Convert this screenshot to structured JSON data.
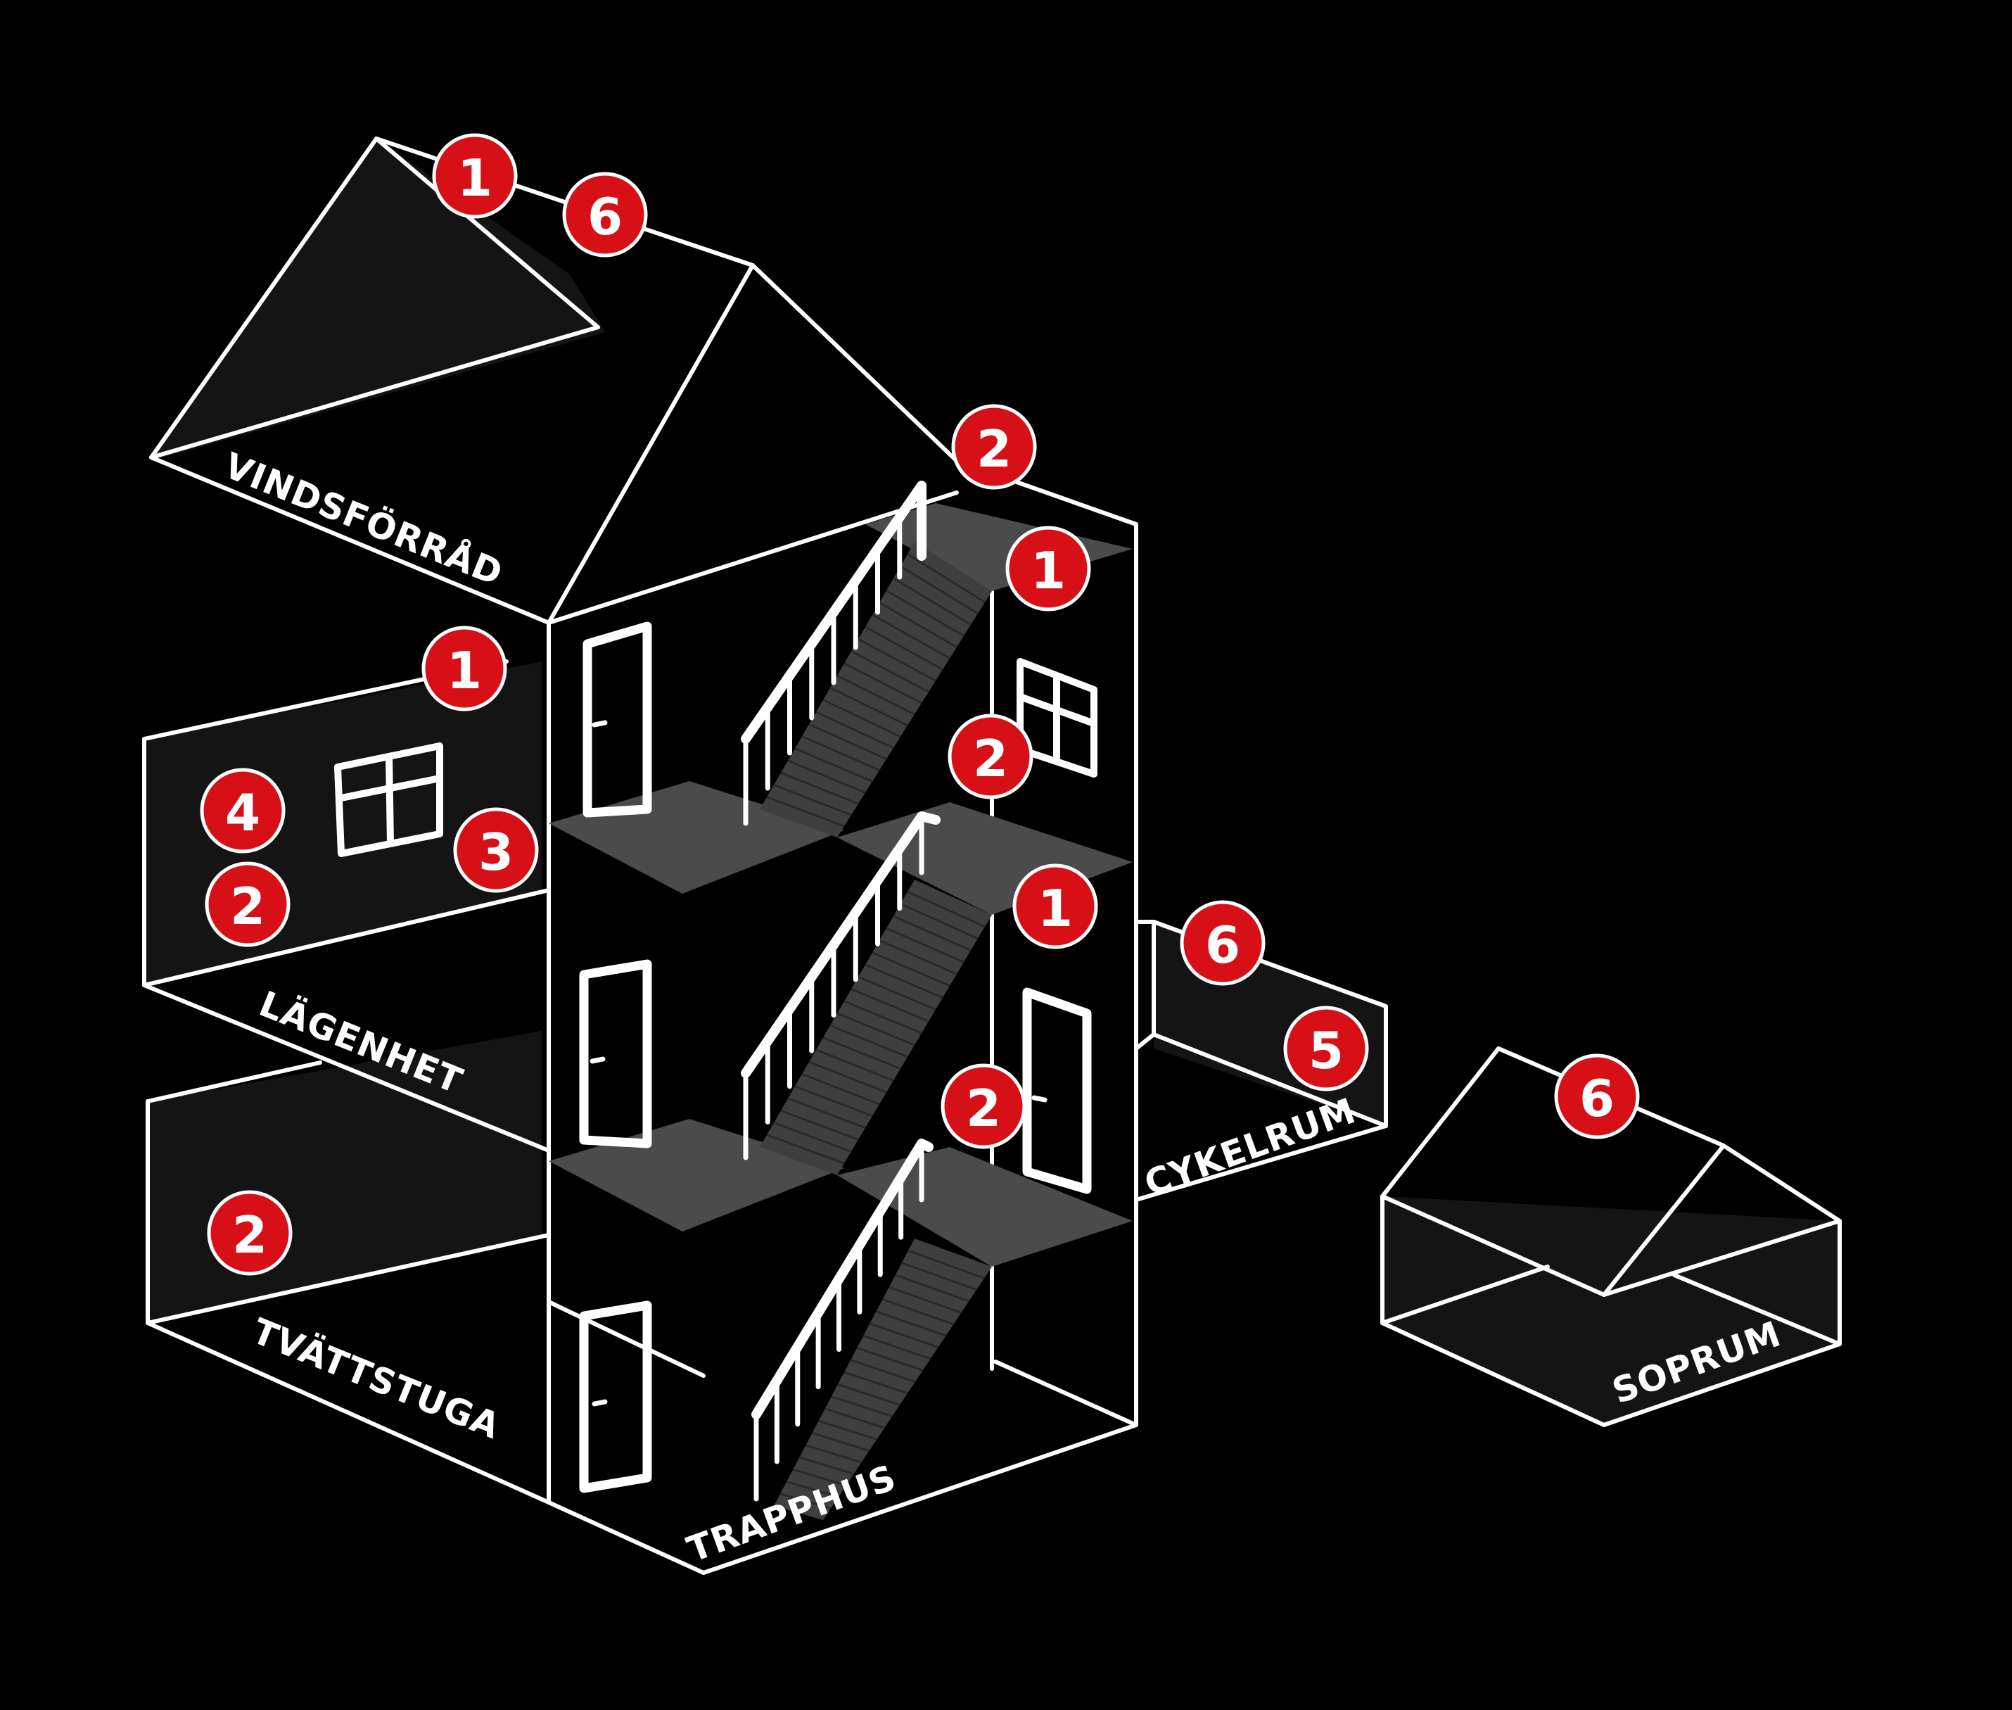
{
  "colors": {
    "background": "#000000",
    "line": "#ffffff",
    "badge": "#d70f16",
    "landing": "#4b4b4b"
  },
  "labels": {
    "vindsforrad": "VINDSFÖRRÅD",
    "lagenhet": "LÄGENHET",
    "tvattstuga": "TVÄTTSTUGA",
    "trapphus": "TRAPPHUS",
    "cykelrum": "CYKELRUM",
    "soprum": "SOPRUM"
  },
  "badges": {
    "attic_a": "1",
    "attic_b": "6",
    "roof_corner": "2",
    "stair_top": "1",
    "stair_mid_right": "2",
    "apartment_top": "1",
    "apartment_left": "4",
    "apartment_window": "3",
    "apartment_low": "2",
    "stair_mid": "1",
    "stair_low": "2",
    "laundry": "2",
    "bike_top": "6",
    "bike_inner": "5",
    "garbage": "6"
  }
}
